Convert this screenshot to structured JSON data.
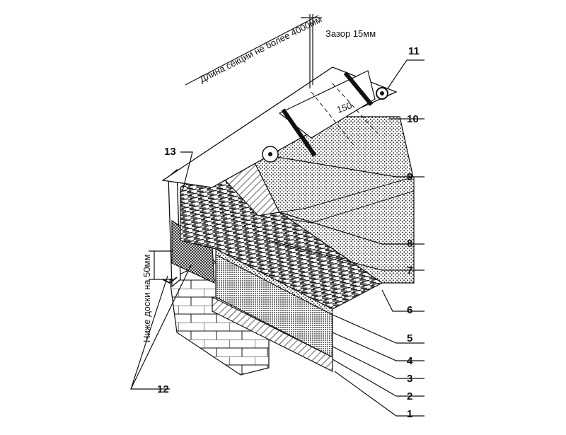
{
  "annotations": {
    "section_length": "Длина секции не более 4000мм",
    "gap": "Зазор 15мм",
    "below_board": "Ниже доски на 50мм",
    "dimension_150": "150"
  },
  "callouts": [
    "1",
    "2",
    "3",
    "4",
    "5",
    "6",
    "7",
    "8",
    "9",
    "10",
    "11",
    "12",
    "13"
  ]
}
